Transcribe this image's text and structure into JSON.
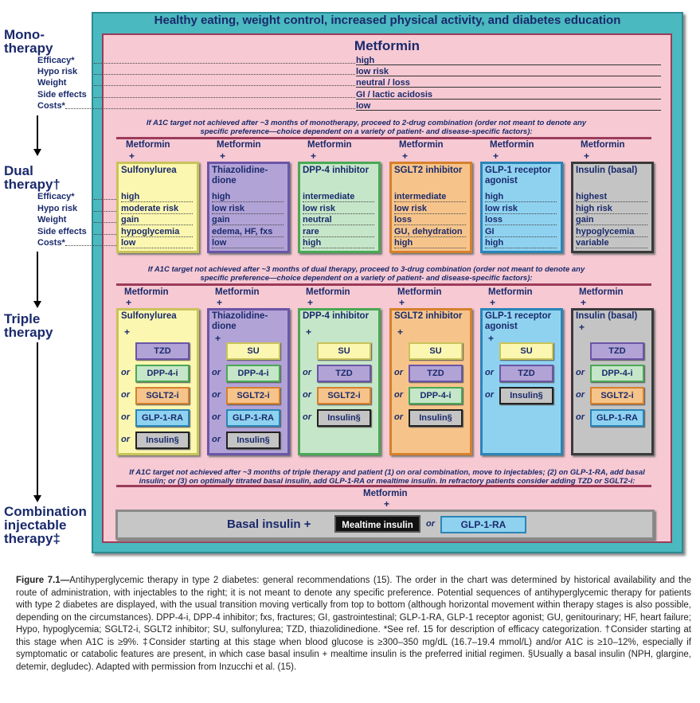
{
  "header": "Healthy eating, weight control, increased physical activity, and diabetes education",
  "left_labels": {
    "mono": "Mono-\ntherapy",
    "dual": "Dual\ntherapy†",
    "triple": "Triple\ntherapy",
    "combo": "Combination\ninjectable\ntherapy‡"
  },
  "row_labels": [
    "Efficacy*",
    "Hypo risk",
    "Weight",
    "Side effects",
    "Costs*"
  ],
  "mono": {
    "title": "Metformin",
    "values": [
      "high",
      "low risk",
      "neutral / loss",
      "GI / lactic acidosis",
      "low"
    ]
  },
  "note1": "If A1C target not achieved after ~3 months of monotherapy, proceed to 2-drug combination (order not meant to denote any specific preference—choice dependent on a variety of patient- and disease-specific factors):",
  "dual_head": "Metformin",
  "plus": "+",
  "dual_cols": [
    {
      "title": "Sulfonylurea",
      "values": [
        "high",
        "moderate risk",
        "gain",
        "hypoglycemia",
        "low"
      ],
      "color": "#fbf7b0",
      "border": "#c9c35a"
    },
    {
      "title": "Thiazolidine-dione",
      "values": [
        "high",
        "low risk",
        "gain",
        "edema, HF, fxs",
        "low"
      ],
      "color": "#b2a3d6",
      "border": "#6b55a8"
    },
    {
      "title": "DPP-4 inhibitor",
      "values": [
        "intermediate",
        "low risk",
        "neutral",
        "rare",
        "high"
      ],
      "color": "#c6e6c9",
      "border": "#4aa854"
    },
    {
      "title": "SGLT2 inhibitor",
      "values": [
        "intermediate",
        "low risk",
        "loss",
        "GU, dehydration",
        "high"
      ],
      "color": "#f6c48b",
      "border": "#d6802c"
    },
    {
      "title": "GLP-1 receptor agonist",
      "values": [
        "high",
        "low risk",
        "loss",
        "GI",
        "high"
      ],
      "color": "#8fd2f0",
      "border": "#2a85b8"
    },
    {
      "title": "Insulin (basal)",
      "values": [
        "highest",
        "high risk",
        "gain",
        "hypoglycemia",
        "variable"
      ],
      "color": "#c4c4c4",
      "border": "#3a3a3a"
    }
  ],
  "note2": "If A1C target not achieved after ~3 months of dual therapy, proceed to 3-drug combination (order not meant to denote any specific preference—choice dependent on a variety of patient- and disease-specific factors):",
  "or": "or",
  "triple_cols": [
    {
      "title": "Sulfonylurea",
      "pills": [
        "TZD",
        "DPP-4-i",
        "SGLT2-i",
        "GLP-1-RA",
        "Insulin§"
      ]
    },
    {
      "title": "Thiazolidine-dione",
      "pills": [
        "SU",
        "DPP-4-i",
        "SGLT2-i",
        "GLP-1-RA",
        "Insulin§"
      ]
    },
    {
      "title": "DPP-4 inhibitor",
      "pills": [
        "SU",
        "TZD",
        "SGLT2-i",
        "Insulin§"
      ]
    },
    {
      "title": "SGLT2 inhibitor",
      "pills": [
        "SU",
        "TZD",
        "DPP-4-i",
        "Insulin§"
      ]
    },
    {
      "title": "GLP-1 receptor agonist",
      "pills": [
        "SU",
        "TZD",
        "Insulin§"
      ]
    },
    {
      "title": "Insulin (basal)",
      "pills": [
        "TZD",
        "DPP-4-i",
        "SGLT2-i",
        "GLP-1-RA"
      ]
    }
  ],
  "note3": "If A1C target not achieved after ~3 months of triple therapy and patient (1) on oral combination, move to injectables; (2) on GLP-1-RA, add basal insulin; or (3) on optimally titrated basal insulin, add GLP-1-RA or mealtime insulin. In refractory patients consider adding TZD or SGLT2-i:",
  "combo": {
    "head": "Metformin",
    "basal": "Basal insulin +",
    "mealtime": "Mealtime insulin",
    "or": "or",
    "glp": "GLP-1-RA"
  },
  "caption": {
    "fig": "Figure 7.1—",
    "text": "Antihyperglycemic therapy in type 2 diabetes: general recommendations (15). The order in the chart was determined by historical availability and the route of administration, with injectables to the right; it is not meant to denote any specific preference. Potential sequences of antihyperglycemic therapy for patients with type 2 diabetes are displayed, with the usual transition moving vertically from top to bottom (although horizontal movement within therapy stages is also possible, depending on the circumstances). DPP-4-i, DPP-4 inhibitor; fxs, fractures; GI, gastrointestinal; GLP-1-RA, GLP-1 receptor agonist; GU, genitourinary; HF, heart failure; Hypo, hypoglycemia; SGLT2-i, SGLT2 inhibitor; SU, sulfonylurea; TZD, thiazolidinedione. *See ref. 15 for description of efficacy categorization. †Consider starting at this stage when A1C is ≥9%. ‡Consider starting at this stage when blood glucose is ≥300–350 mg/dL (16.7–19.4 mmol/L) and/or A1C is ≥10–12%, especially if symptomatic or catabolic features are present, in which case basal insulin + mealtime insulin is the preferred initial regimen. §Usually a basal insulin (NPH, glargine, detemir, degludec). Adapted with permission from Inzucchi et al. (15)."
  }
}
